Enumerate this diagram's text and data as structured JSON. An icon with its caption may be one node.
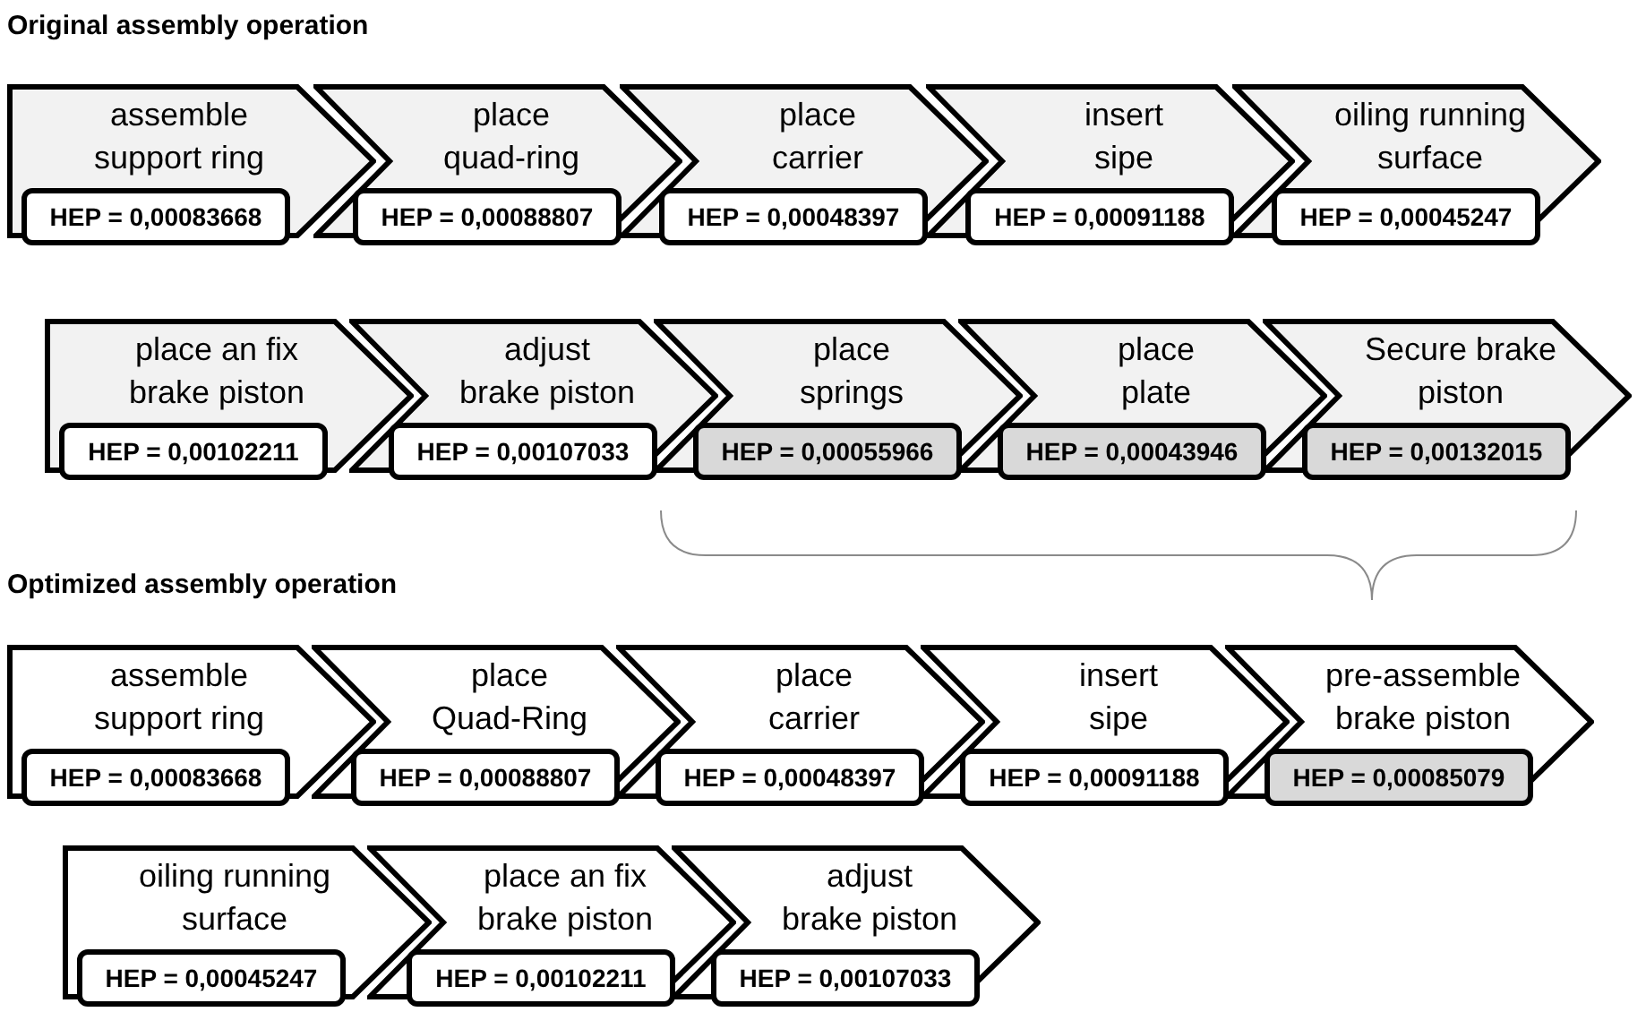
{
  "diagram": {
    "nodes": [
      {
        "text": [
          "assemble support ring"
        ]
      },
      {
        "text": [
          "HEP = 0,00083668"
        ],
        "in": 0
      },
      {
        "text": [
          "place quad-ring"
        ]
      },
      {
        "text": [
          "HEP = 0,00088807"
        ],
        "in": 2
      },
      {
        "text": [
          "place carrier"
        ]
      },
      {
        "text": [
          "HEP = 0,00048397"
        ],
        "in": 4
      },
      {
        "text": [
          "insert sipe"
        ]
      },
      {
        "text": [
          "HEP = 0,00091188"
        ],
        "in": 6
      },
      {
        "text": [
          "oiling running surface"
        ]
      },
      {
        "text": [
          "HEP = 0,00045247"
        ],
        "in": 8
      },
      {
        "text": [
          "place an fix brake piston"
        ]
      },
      {
        "text": [
          "HEP = 0,00102211"
        ],
        "in": 10
      },
      {
        "text": [
          "adjust brake piston"
        ]
      },
      {
        "text": [
          "HEP = 0,00107033"
        ],
        "in": 12
      },
      {
        "text": [
          "place springs"
        ]
      },
      {
        "text": [
          "HEP = 0,00055966"
        ],
        "in": 14
      },
      {
        "text": [
          "place plate"
        ]
      },
      {
        "text": [
          "HEP = 0,00043946"
        ],
        "in": 16
      },
      {
        "text": [
          "Secure brake piston"
        ]
      },
      {
        "text": [
          "HEP = 0,00132015"
        ],
        "in": 18
      },
      {
        "text": [
          "assemble support ring"
        ]
      },
      {
        "text": [
          "HEP = 0,00083668"
        ],
        "in": 20
      },
      {
        "text": [
          "place Quad-Ring"
        ]
      },
      {
        "text": [
          "HEP = 0,00088807"
        ],
        "in": 22
      },
      {
        "text": [
          "place carrier"
        ]
      },
      {
        "text": [
          "HEP = 0,00048397"
        ],
        "in": 24
      },
      {
        "text": [
          "insert sipe"
        ]
      },
      {
        "text": [
          "HEP = 0,00091188"
        ],
        "in": 26
      },
      {
        "text": [
          "pre-assemble brake piston"
        ]
      },
      {
        "text": [
          "HEP = 0,00085079"
        ],
        "in": 28
      },
      {
        "text": [
          "oiling running surface"
        ]
      },
      {
        "text": [
          "HEP = 0,00045247"
        ],
        "in": 30
      },
      {
        "text": [
          "place an fix brake piston"
        ]
      },
      {
        "text": [
          "HEP = 0,00102211"
        ],
        "in": 32
      },
      {
        "text": [
          "adjust brake piston"
        ]
      },
      {
        "text": [
          "HEP = 0,00107033"
        ],
        "in": 34
      }
    ],
    "labels": [
      "Original assembly operation",
      "Optimized assembly operation"
    ]
  }
}
